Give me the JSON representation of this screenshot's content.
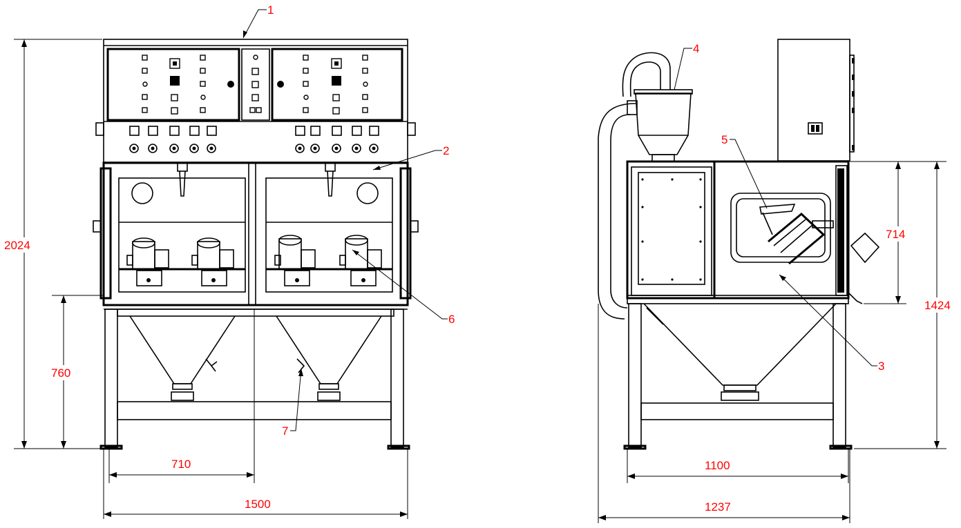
{
  "front_view": {
    "dimensions": {
      "overall_height": "2024",
      "leg_height": "760",
      "half_width": "710",
      "overall_width": "1500"
    }
  },
  "side_view": {
    "dimensions": {
      "window_height": "714",
      "cabinet_height": "1424",
      "frame_width": "1100",
      "overall_depth": "1237"
    }
  },
  "callouts": {
    "c1": "1",
    "c2": "2",
    "c3": "3",
    "c4": "4",
    "c5": "5",
    "c6": "6",
    "c7": "7"
  }
}
